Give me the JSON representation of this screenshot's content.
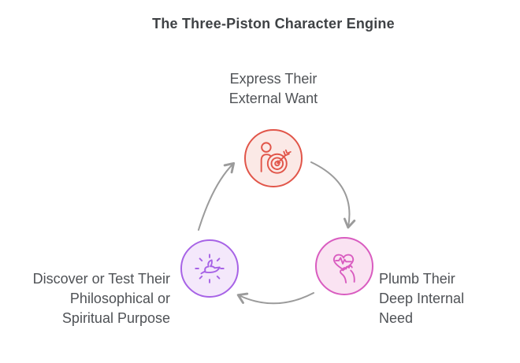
{
  "title": "The Three-Piston Character Engine",
  "diagram": {
    "type": "cycle",
    "direction": "clockwise",
    "arrow_color": "#9b9b9b",
    "nodes": [
      {
        "position": "top",
        "icon": "person-target-icon",
        "accent_color": "#e15549",
        "fill_color": "#fbe9e6",
        "label_lines": [
          "Express Their",
          "External Want"
        ]
      },
      {
        "position": "right",
        "icon": "heart-in-hand-icon",
        "accent_color": "#d95cc0",
        "fill_color": "#fae3f2",
        "label_lines": [
          "Plumb Their",
          "Deep Internal",
          "Need"
        ]
      },
      {
        "position": "left",
        "icon": "dove-rays-icon",
        "accent_color": "#a763e6",
        "fill_color": "#f4e8fb",
        "label_lines": [
          "Discover or Test Their",
          "Philosophical or",
          "Spiritual Purpose"
        ]
      }
    ]
  },
  "colors": {
    "background": "#ffffff",
    "title_text": "#3f4245",
    "label_text": "#4f5256"
  }
}
